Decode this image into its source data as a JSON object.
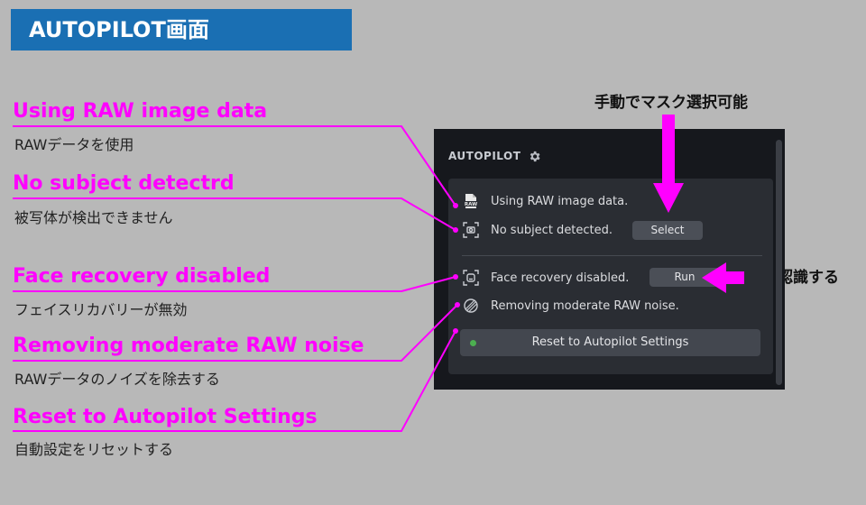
{
  "page_title": "AUTOPILOT画面",
  "annotations": [
    {
      "en": "Using RAW image data",
      "jp": "RAWデータを使用"
    },
    {
      "en": "No subject detectrd",
      "jp": "被写体が検出できません"
    },
    {
      "en": "Face recovery disabled",
      "jp": "フェイスリカバリーが無効"
    },
    {
      "en": "Removing moderate RAW noise",
      "jp": "RAWデータのノイズを除去する"
    },
    {
      "en": "Reset to Autopilot Settings",
      "jp": "自動設定をリセットする"
    }
  ],
  "callouts": {
    "select": "手動でマスク選択可能",
    "run": "顔を認識する"
  },
  "panel": {
    "header": "AUTOPILOT",
    "rows": {
      "raw": "Using RAW image data.",
      "subject": "No subject detected.",
      "face": "Face recovery disabled.",
      "noise": "Removing moderate RAW noise."
    },
    "select_label": "Select",
    "run_label": "Run",
    "reset_label": "Reset to Autopilot Settings"
  },
  "colors": {
    "annotation": "#ff00ff",
    "title_bg": "#1a6fb3",
    "panel_bg": "#16181d",
    "status_dot": "#4caf50"
  },
  "icons": [
    "gear-icon",
    "raw-file-icon",
    "camera-frame-icon",
    "face-frame-icon",
    "noise-reduction-icon"
  ]
}
